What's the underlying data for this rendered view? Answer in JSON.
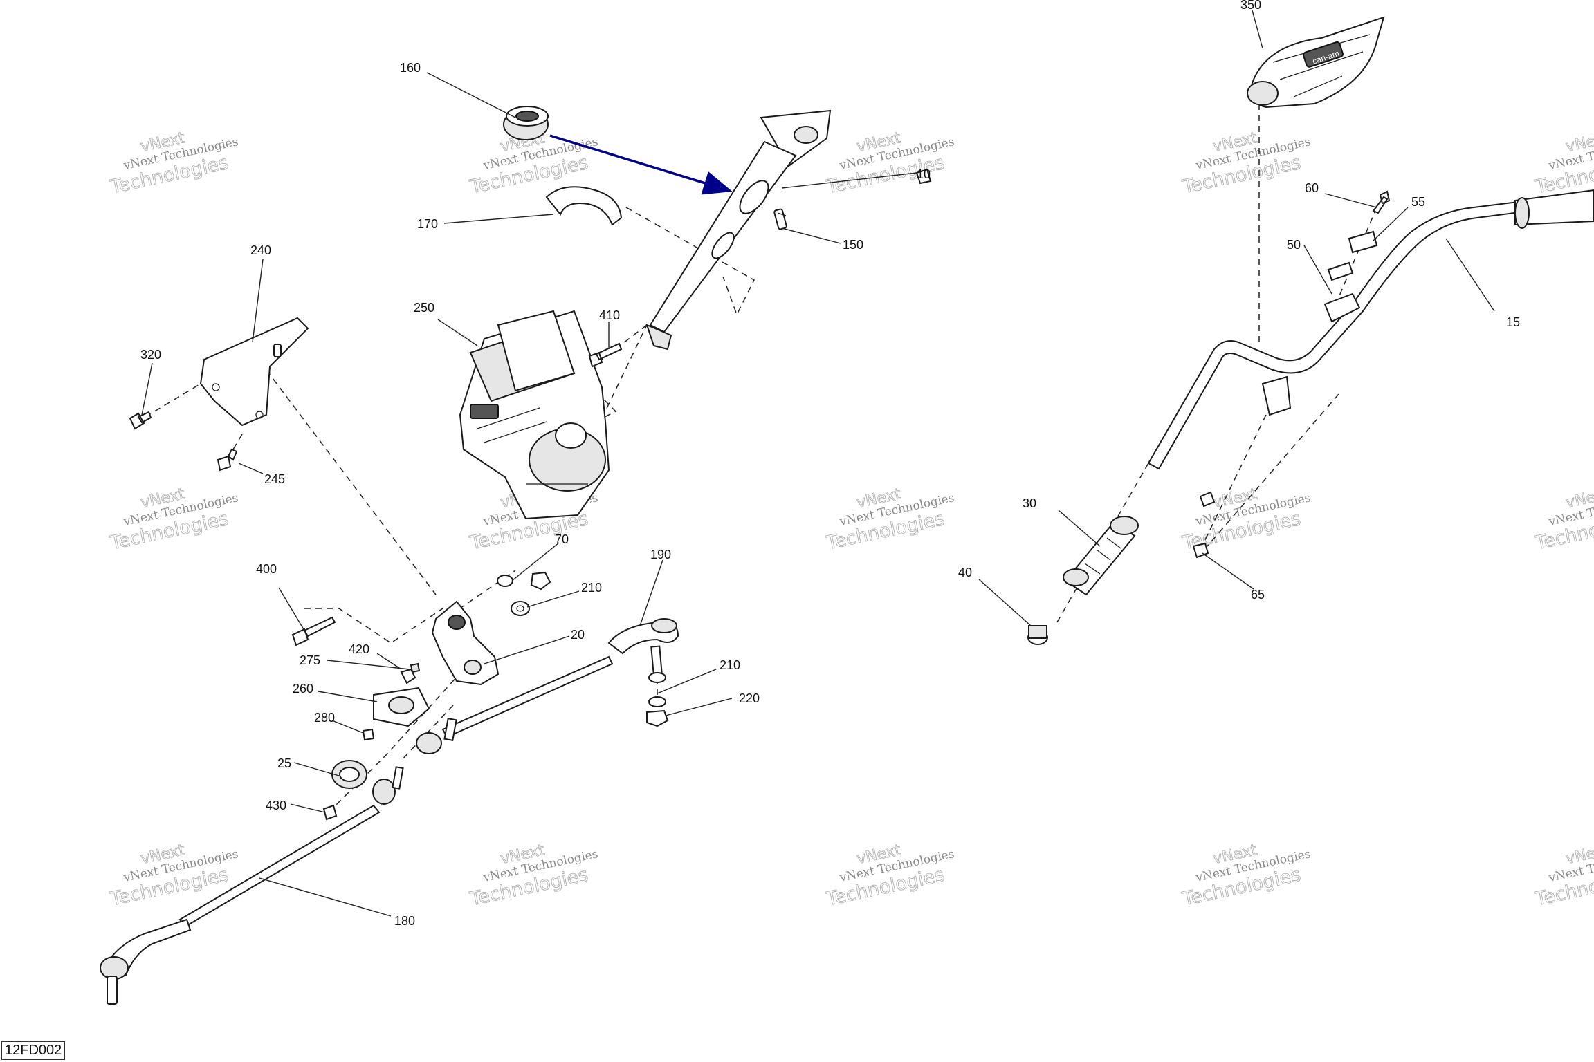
{
  "figure_id": "12FD002",
  "watermark": {
    "line1": "vNext Technologies",
    "line2": "Technologies",
    "overlay": "vNext"
  },
  "callouts": {
    "c10": "10",
    "c15": "15",
    "c20": "20",
    "c25": "25",
    "c30": "30",
    "c40": "40",
    "c50": "50",
    "c55": "55",
    "c60": "60",
    "c65": "65",
    "c70": "70",
    "c150": "150",
    "c160": "160",
    "c170": "170",
    "c180": "180",
    "c190": "190",
    "c210a": "210",
    "c210b": "210",
    "c220": "220",
    "c240": "240",
    "c245": "245",
    "c250": "250",
    "c260": "260",
    "c275": "275",
    "c280": "280",
    "c320": "320",
    "c350": "350",
    "c400": "400",
    "c410": "410",
    "c420": "420",
    "c430": "430"
  },
  "colors": {
    "arrow": "#00008b",
    "line": "#222222",
    "watermark": "#b5b5b5"
  },
  "handguard_logo": "can-am"
}
